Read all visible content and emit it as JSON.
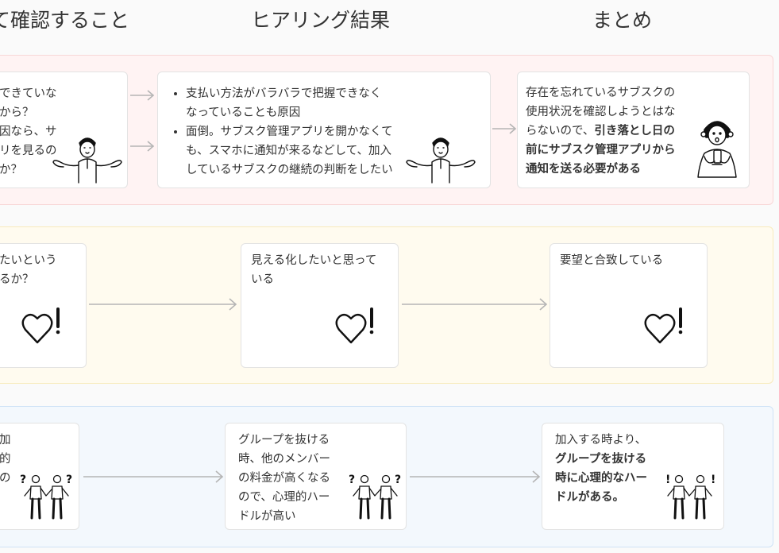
{
  "headers": {
    "col1": "て確認すること",
    "col2": "ヒアリング結果",
    "col3": "まとめ"
  },
  "row1": {
    "card1": {
      "lines": [
        "できていな",
        "から？",
        "因なら、サ",
        "リを見るの",
        "か？"
      ]
    },
    "card2": {
      "bullet1": {
        "line1": "支払い方法がバラバラで把握できなく",
        "line2": "なっていることも原因"
      },
      "bullet2": {
        "line1": "面倒。サブスク管理アプリを開かなくて",
        "line2": "も、スマホに通知が来るなどして、加入",
        "line3": "しているサブスクの継続の判断をしたい"
      }
    },
    "card3": {
      "line1": "存在を忘れているサブスクの",
      "line2": "使用状況を確認しようとはな",
      "line3_plain": "らないので、",
      "line3_bold": "引き落とし日の",
      "line4_bold": "前にサブスク管理アプリから",
      "line5_bold": "通知を送る必要がある"
    }
  },
  "row2": {
    "card1": {
      "line1": "たいという",
      "line2": "るか？"
    },
    "card2": {
      "line1": "見える化したいと思って",
      "line2": "いる"
    },
    "card3": {
      "line1": "要望と合致している"
    }
  },
  "row3": {
    "card1": {
      "lines": [
        "加",
        "的",
        "の"
      ]
    },
    "card2": {
      "lines": [
        "グループを抜ける",
        "時、他のメンバー",
        "の料金が高くなる",
        "ので、心理的ハー",
        "ドルが高い"
      ]
    },
    "card3": {
      "line1_plain": "加入する時より、",
      "line2_bold": "グループを抜ける",
      "line3_bold": "時に心理的なハー",
      "line4_bold": "ドルがある。"
    }
  },
  "icons": {
    "row1": "shrugging-person-icon",
    "row1_summary": "surprised-person-with-phone-icon",
    "row2": "heart-exclamation-icon",
    "row3": "two-people-question-icon",
    "row3_summary": "two-people-exclamation-icon"
  },
  "colors": {
    "row1_band": "#fff3f3",
    "row2_band": "#fffbef",
    "row3_band": "#f3f8fd",
    "arrow": "#b5b5b5"
  }
}
